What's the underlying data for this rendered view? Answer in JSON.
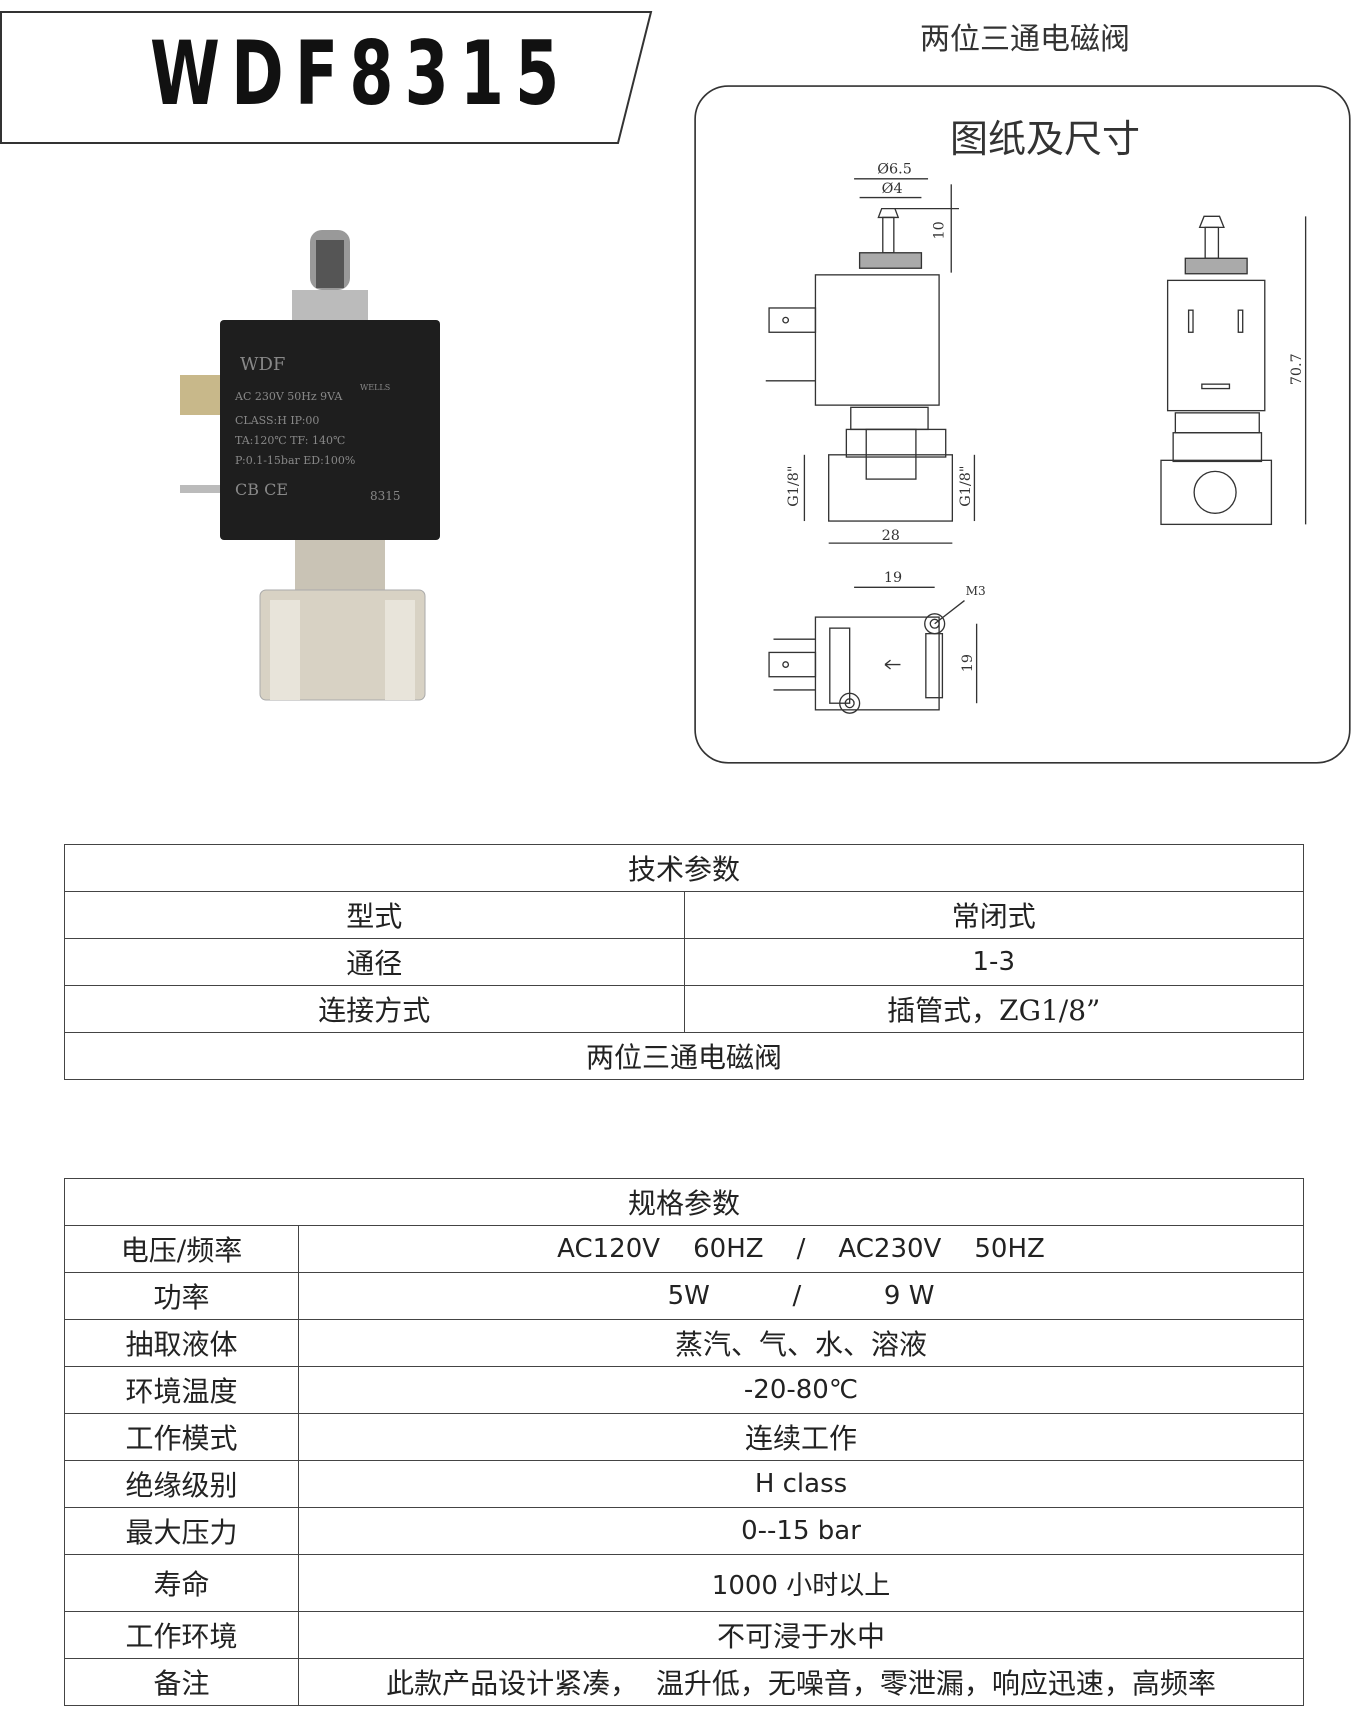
{
  "header": {
    "model": "WDF8315",
    "subtitle": "两位三通电磁阀"
  },
  "drawing": {
    "title": "图纸及尺寸",
    "dims": {
      "d65": "Ø6.5",
      "d4": "Ø4",
      "h10": "10",
      "g1": "G1/8\"",
      "g2": "G1/8\"",
      "w28": "28",
      "w19": "19",
      "m3": "M3",
      "h19": "19",
      "h707": "70.7"
    }
  },
  "photo": {
    "brand": "WDF",
    "logo": "WELLS",
    "spec1": "AC  230V   50Hz   9VA",
    "spec2": "CLASS:H        IP:00",
    "spec3": "TA:120℃     TF: 140℃",
    "spec4": "P:0.1-15bar   ED:100%",
    "marks": "CB  CE",
    "code": "8315"
  },
  "tech": {
    "title": "技术参数",
    "rows": [
      {
        "k": "型式",
        "v": "常闭式"
      },
      {
        "k": "通径",
        "v": "1-3"
      },
      {
        "k": "连接方式",
        "v": "插管式，ZG1/8”"
      }
    ],
    "footer": "两位三通电磁阀"
  },
  "spec": {
    "title": "规格参数",
    "rows": [
      {
        "k": "电压/频率",
        "v": "AC120V    60HZ    /    AC230V    50HZ"
      },
      {
        "k": "功率",
        "v": "5W          /          9 W"
      },
      {
        "k": "抽取液体",
        "v": "蒸汽、气、水、溶液"
      },
      {
        "k": "环境温度",
        "v": "-20-80℃"
      },
      {
        "k": "工作模式",
        "v": "连续工作"
      },
      {
        "k": "绝缘级别",
        "v": "H class"
      },
      {
        "k": "最大压力",
        "v": "0--15 bar"
      },
      {
        "k": "寿命",
        "v": "1000 小时以上"
      },
      {
        "k": "工作环境",
        "v": "不可浸于水中"
      },
      {
        "k": "备注",
        "v": "此款产品设计紧凑，  温升低，无噪音，零泄漏，响应迅速，高频率"
      }
    ]
  }
}
